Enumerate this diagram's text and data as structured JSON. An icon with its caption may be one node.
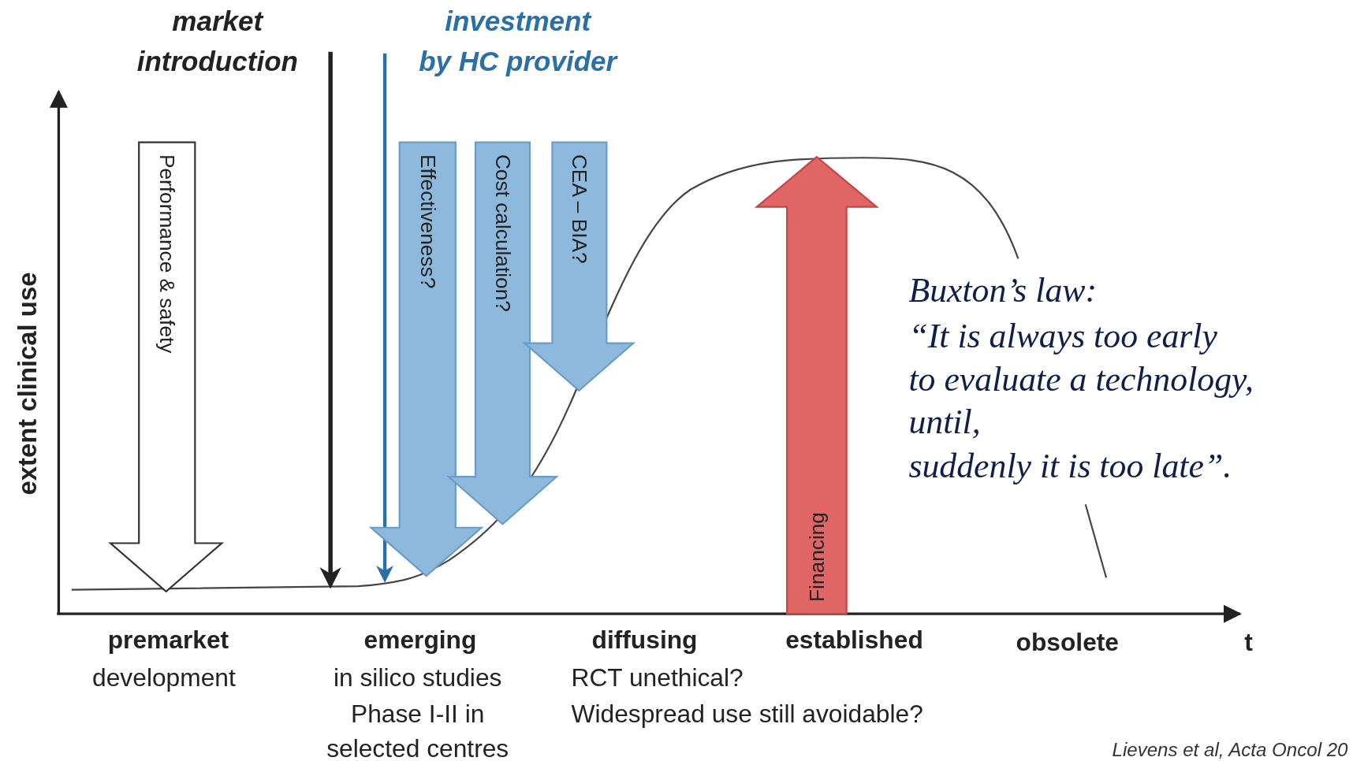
{
  "diagram": {
    "nodes": [
      {
        "text": [
          "Performance & safety"
        ]
      },
      {
        "text": [
          "Effectiveness?"
        ]
      },
      {
        "text": [
          "Cost calculation?"
        ]
      },
      {
        "text": [
          "CEA – BIA?"
        ]
      },
      {
        "text": [
          "Financing"
        ]
      }
    ],
    "labels": [
      "market",
      "introduction",
      "investment",
      "by HC provider",
      "extent clinical use",
      "premarket",
      "development",
      "emerging",
      "in silico studies",
      "Phase I-II in",
      "selected centres",
      "diffusing",
      "RCT unethical?",
      "Widespread use still avoidable?",
      "established",
      "obsolete",
      "t",
      "Buxton’s law:",
      "“It is always too early",
      "to evaluate a technology,",
      "until,",
      "suddenly it is too late”.",
      "Lievens et al, Acta Oncol 20"
    ]
  }
}
